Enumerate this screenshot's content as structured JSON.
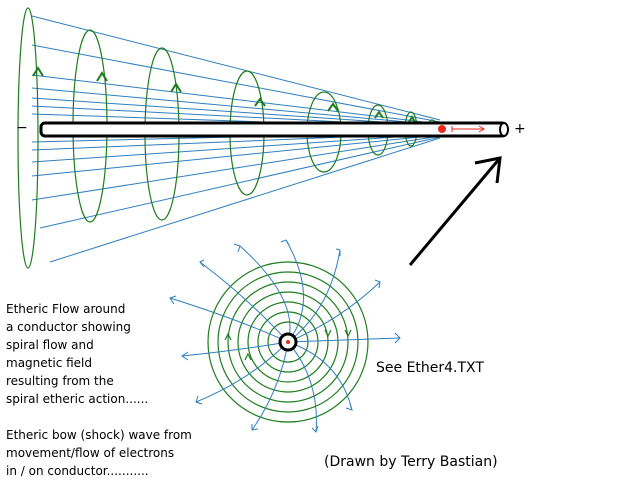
{
  "terminals": {
    "negative": "−",
    "positive": "+"
  },
  "captions": {
    "etheric_flow": "Etheric Flow around\na conductor showing\nspiral flow and\nmagnetic field\nresulting from the\nspiral etheric action......",
    "bow_wave": "Etheric bow (shock) wave from\nmovement/flow of electrons\nin / on conductor..........."
  },
  "reference": "See Ether4.TXT",
  "credit": "(Drawn by Terry Bastian)",
  "colors": {
    "field_lines": "#2f7fbf",
    "spiral_rings": "#1e7d1e",
    "electron": "#e8291c",
    "conductor": "#000000"
  }
}
